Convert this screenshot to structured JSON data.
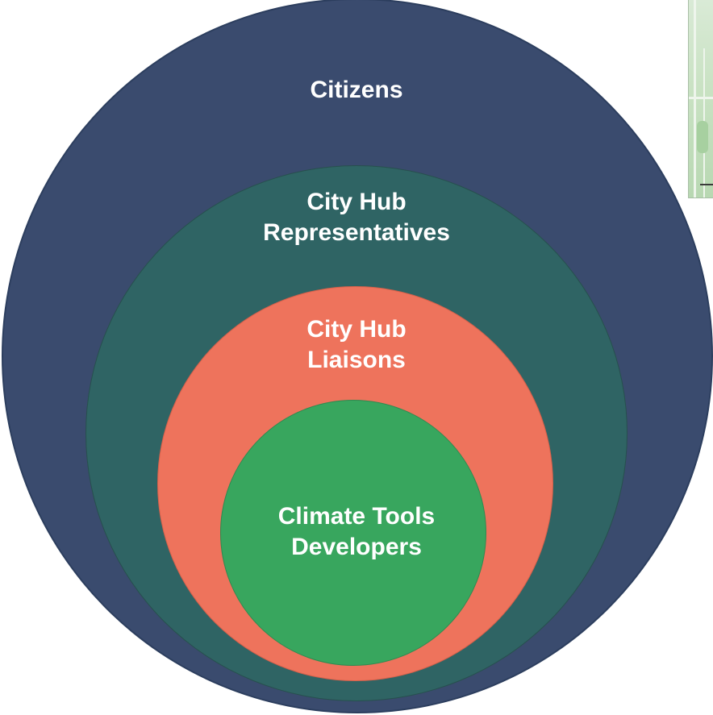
{
  "colors": {
    "citizens": "#3a4b6e",
    "representatives": "#2f6464",
    "liaisons": "#ee735c",
    "developers": "#38a65e",
    "label_text": "#ffffff"
  },
  "layers": {
    "outer": {
      "label": "Citizens"
    },
    "second": {
      "line1": "City Hub",
      "line2": "Representatives"
    },
    "third": {
      "line1": "City Hub",
      "line2": "Liaisons"
    },
    "inner": {
      "line1": "Climate Tools",
      "line2": "Developers"
    }
  },
  "thumbnail": {
    "icon": "map-thumbnail-icon"
  }
}
